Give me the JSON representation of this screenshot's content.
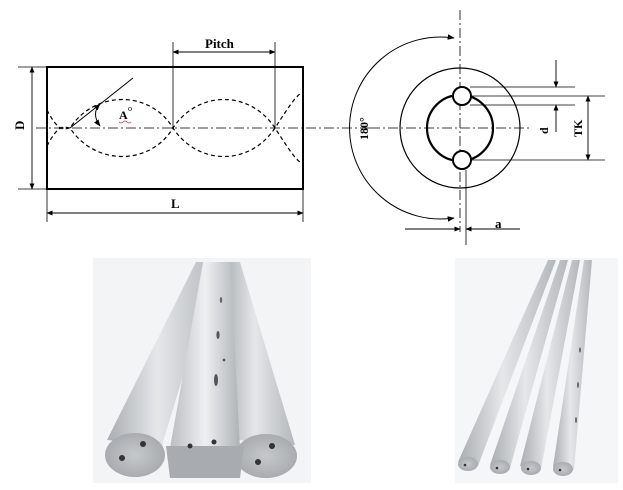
{
  "labels": {
    "pitch": "Pitch",
    "diameter": "D",
    "length": "L",
    "angle": "A",
    "degree_mark": "o",
    "rotation": "180°",
    "bore": "d",
    "hole_circle": "TK",
    "offset": "a"
  },
  "colors": {
    "line": "#000000",
    "rod_light": "#e3e5e7",
    "rod_mid": "#c5c8cb",
    "rod_dark": "#9da1a5",
    "photo_bg": "#f4f5f6"
  }
}
